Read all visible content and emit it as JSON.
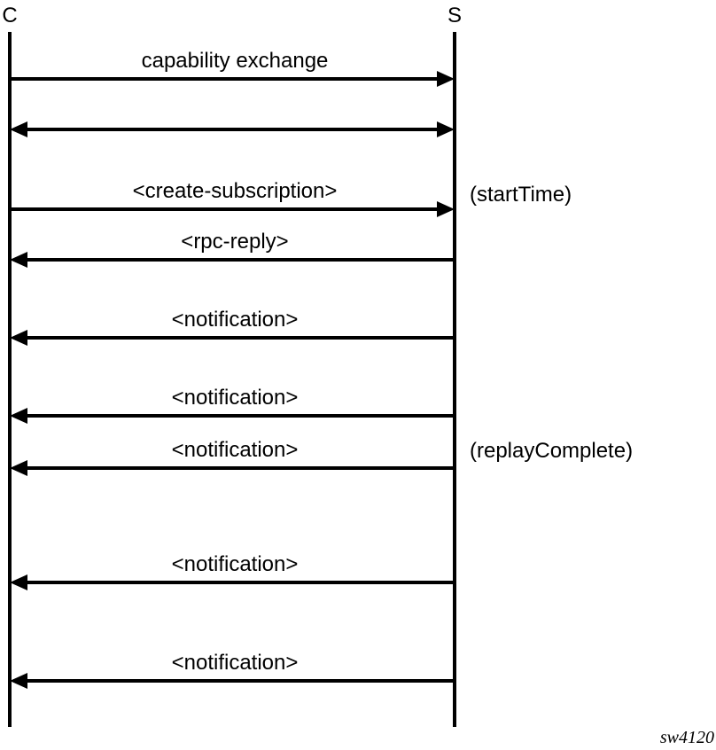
{
  "participants": {
    "client": "C",
    "server": "S"
  },
  "messages": [
    {
      "label": "capability exchange",
      "direction": "to-server"
    },
    {
      "label": "",
      "direction": "both"
    },
    {
      "label": "<create-subscription>",
      "direction": "to-server"
    },
    {
      "label": "<rpc-reply>",
      "direction": "to-client"
    },
    {
      "label": "<notification>",
      "direction": "to-client"
    },
    {
      "label": "<notification>",
      "direction": "to-client"
    },
    {
      "label": "<notification>",
      "direction": "to-client"
    },
    {
      "label": "<notification>",
      "direction": "to-client"
    },
    {
      "label": "<notification>",
      "direction": "to-client"
    }
  ],
  "annotations": {
    "start_time": "(startTime)",
    "replay_complete": "(replayComplete)"
  },
  "figure_id": "sw4120"
}
